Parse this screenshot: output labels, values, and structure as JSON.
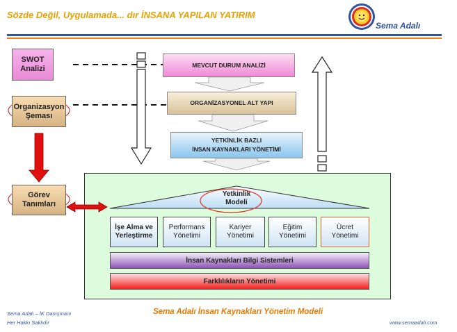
{
  "header": {
    "title": "Sözde Değil, Uygulamada... dır İNSANA YAPILAN YATIRIM",
    "brand": "Sema Adalı"
  },
  "left_boxes": {
    "swot": "SWOT\nAnalizi",
    "organizasyon": "Organizasyon\nŞeması",
    "gorev": "Görev\nTanımları"
  },
  "flow": {
    "mevcut": "MEVCUT DURUM ANALİZİ",
    "organizasyonel": "ORGANİZASYONEL ALT YAPI",
    "yetkinlik_line1": "YETKİNLİK BAZLI",
    "yetkinlik_line2": "İNSAN KAYNAKLARI YÖNETİMİ"
  },
  "model": {
    "roof": "Yetkinlik\nModeli",
    "modules": [
      "İşe Alma ve\nYerleştirme",
      "Performans\nYönetimi",
      "Kariyer\nYönetimi",
      "Eğitim\nYönetimi",
      "Ücret\nYönetimi"
    ],
    "bar_bilgi": "İnsan Kaynakları Bilgi Sistemleri",
    "bar_farklilik": "Farklılıkların Yönetimi"
  },
  "footer": {
    "caption": "Sema Adalı İnsan Kaynakları Yönetim Modeli",
    "left_line1": "Sema Adalı – İK Danışmanı",
    "left_line2": "Her Hakkı Saklıdır",
    "website": "www.semaadali.com"
  },
  "colors": {
    "header_orange": "#e8a000",
    "header_blue": "#2f55a8",
    "panel_green": "#ddfcdd",
    "red_arrow": "#e01010",
    "highlight_circle": "#e03020"
  }
}
